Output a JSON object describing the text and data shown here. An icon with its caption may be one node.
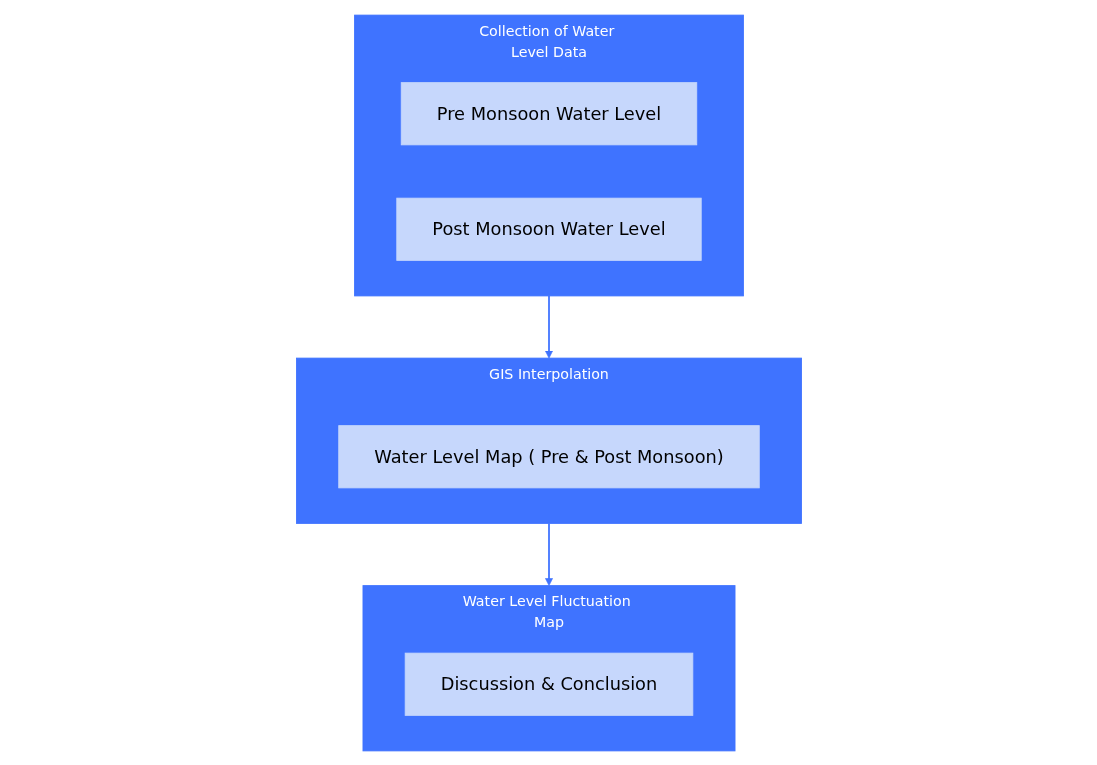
{
  "diagram": {
    "nodes": [
      {
        "text": [
          "Collection of Water Level Data"
        ]
      },
      {
        "text": [
          "Pre Monsoon Water Level"
        ],
        "in": 0
      },
      {
        "text": [
          "Post Monsoon Water Level"
        ],
        "in": 0
      },
      {
        "text": [
          "GIS Interpolation"
        ]
      },
      {
        "text": [
          "Water Level Map ( Pre & Post Monsoon)"
        ],
        "in": 3
      },
      {
        "text": [
          "Water Level Fluctuation Map"
        ]
      },
      {
        "text": [
          "Discussion & Conclusion"
        ],
        "in": 5
      }
    ],
    "edges": [
      {
        "from": 0,
        "to": 3,
        "arrow": "to"
      },
      {
        "from": 3,
        "to": 5,
        "arrow": "to"
      }
    ]
  }
}
